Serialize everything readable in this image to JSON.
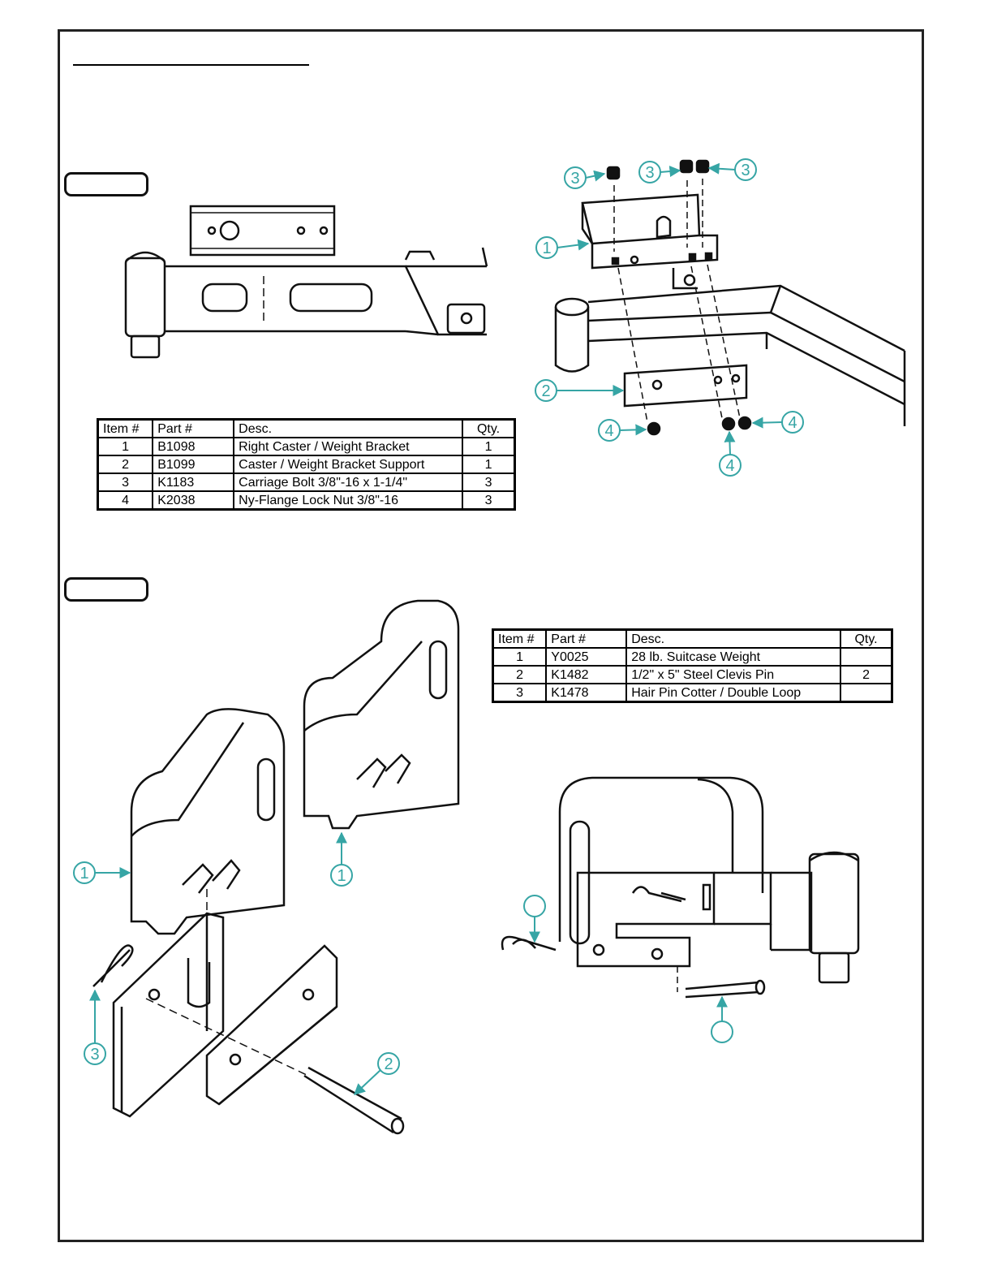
{
  "table1": {
    "headers": [
      "Item #",
      "Part #",
      "Desc.",
      "Qty."
    ],
    "rows": [
      [
        "1",
        "B1098",
        "Right Caster / Weight Bracket",
        "1"
      ],
      [
        "2",
        "B1099",
        "Caster / Weight Bracket Support",
        "1"
      ],
      [
        "3",
        "K1183",
        "Carriage Bolt 3/8\"-16 x 1-1/4\"",
        "3"
      ],
      [
        "4",
        "K2038",
        "Ny-Flange Lock Nut 3/8\"-16",
        "3"
      ]
    ]
  },
  "table2": {
    "headers": [
      "Item #",
      "Part #",
      "Desc.",
      "Qty."
    ],
    "rows": [
      [
        "1",
        "Y0025",
        "28 lb. Suitcase Weight",
        ""
      ],
      [
        "2",
        "K1482",
        "1/2\" x 5\" Steel Clevis Pin",
        "2"
      ],
      [
        "3",
        "K1478",
        "Hair Pin Cotter / Double Loop",
        ""
      ]
    ]
  },
  "callouts": {
    "c1": "3",
    "c2": "3",
    "c3": "3",
    "c4": "1",
    "c5": "2",
    "c6": "4",
    "c7": "4",
    "c8": "4",
    "c9": "1",
    "c10": "1",
    "c11": "3",
    "c12": "2",
    "c13": "",
    "c14": ""
  },
  "colors": {
    "callout": "#36a5a5",
    "line": "#111111"
  }
}
